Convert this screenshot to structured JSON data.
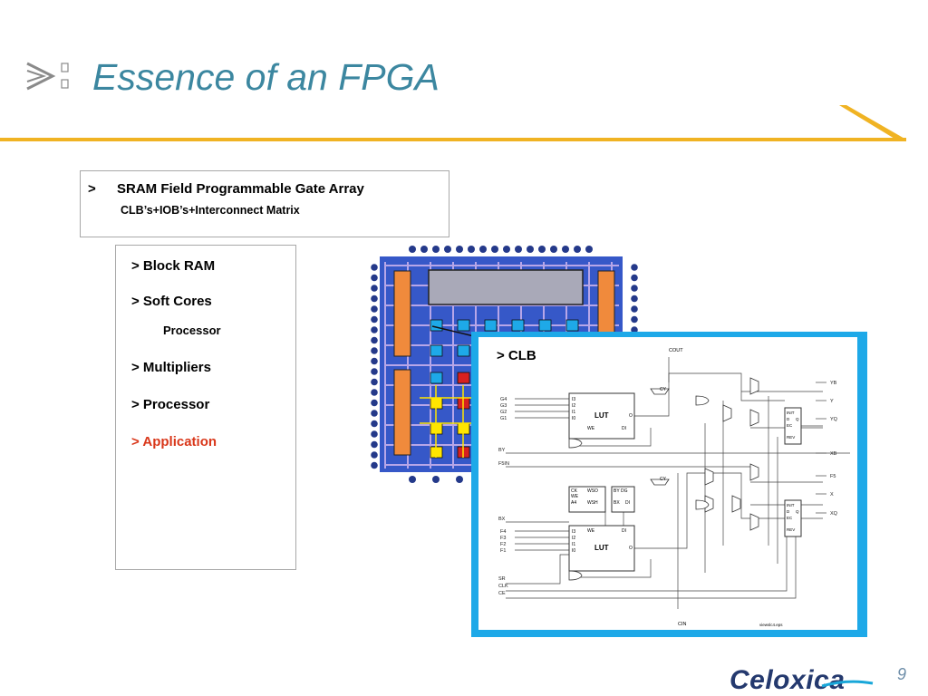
{
  "slide": {
    "title": "Essence of an FPGA",
    "page_number": "9",
    "logo_text": "Celoxica"
  },
  "box1": {
    "bullet": ">",
    "heading": "SRAM Field Programmable Gate Array",
    "subheading": "CLB’s+IOB’s+Interconnect Matrix"
  },
  "box2": {
    "items": [
      {
        "label": "> Block RAM"
      },
      {
        "label": "> Soft Cores"
      },
      {
        "label": "Processor"
      },
      {
        "label": "> Multipliers"
      },
      {
        "label": "> Processor"
      },
      {
        "label": "> Application"
      }
    ]
  },
  "clb": {
    "label": "> CLB",
    "inputs_top": [
      "G4",
      "G3",
      "G2",
      "G1"
    ],
    "inputs_bottom": [
      "F4",
      "F3",
      "F2",
      "F1"
    ],
    "left_signals": [
      "BY",
      "F5IN",
      "BX",
      "SR",
      "CLK",
      "CE"
    ],
    "outputs": [
      "YB",
      "Y",
      "YQ",
      "XB",
      "F5",
      "X",
      "XQ"
    ],
    "lut_label": "LUT",
    "cout": "COUT",
    "cin": "CIN",
    "cy": "CY",
    "file_caption": "viewslc4.eps",
    "lut_pins": [
      "I3",
      "I2",
      "I1",
      "I0",
      "O",
      "WE",
      "DI"
    ],
    "ctrl_pins": [
      "CK",
      "WE",
      "A4",
      "WSO",
      "WSH",
      "BY DG",
      "BX",
      "DI"
    ],
    "ff_pins": [
      "INIT",
      "D",
      "Q",
      "EC",
      "REV"
    ]
  },
  "colors": {
    "title": "#3c87a0",
    "accent_rule": "#f0b323",
    "application": "#d9371a",
    "clb_border": "#1ea9e8",
    "fpga_blue": "#3658c8"
  }
}
